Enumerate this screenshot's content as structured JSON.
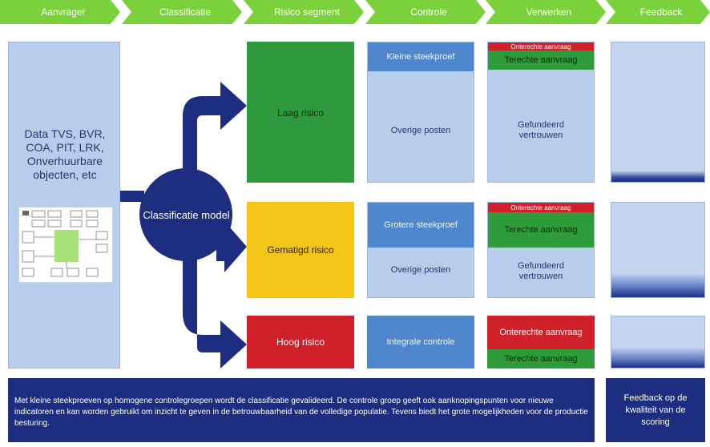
{
  "header": {
    "steps": [
      "Aanvrager",
      "Classificatie",
      "Risico segment",
      "Controle",
      "Verwerken",
      "Feedback"
    ]
  },
  "left": {
    "data_sources": "Data TVS, BVR, COA, PIT, LRK, Onverhuurbare objecten, etc"
  },
  "model": {
    "label": "Classificatie model"
  },
  "segments": {
    "low": "Laag risico",
    "moderate": "Gematigd risico",
    "high": "Hoog risico"
  },
  "controle": {
    "low_sample": "Kleine steekproef",
    "low_other": "Overige posten",
    "mod_sample": "Grotere steekproef",
    "mod_other": "Overige posten",
    "high": "Integrale controle"
  },
  "verwerken": {
    "low_unfounded": "Onterechte aanvraag",
    "low_founded": "Terechte aanvraag",
    "low_trust": "Gefundeerd vertrouwen",
    "mod_unfounded": "Onterechte aanvraag",
    "mod_founded": "Terechte aanvraag",
    "mod_trust": "Gefundeerd vertrouwen",
    "high_unfounded": "Onterechte aanvraag",
    "high_founded": "Terechte aanvraag"
  },
  "footer": {
    "text": "Met kleine steekproeven op homogene controlegroepen wordt de classificatie gevalideerd. De controle groep geeft ook aanknopingspunten voor nieuwe indicatoren en kan worden gebruikt om inzicht te geven in de betrouwbaarheid van de volledige populatie. Tevens biedt het grote mogelijkheden voor de productie besturing.",
    "feedback": "Feedback op de kwaliteit van de scoring"
  },
  "colors": {
    "header_green": "#7bd13a",
    "panel_blue": "#b8ccec",
    "navy": "#1d2e80",
    "low_green": "#2f9a3d",
    "moderate_yellow": "#f5c518",
    "high_red": "#d0202a"
  }
}
